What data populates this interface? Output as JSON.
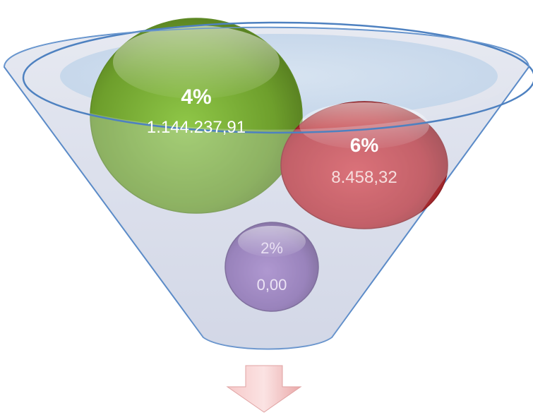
{
  "bubbles": [
    {
      "percent": "4%",
      "value": "1.144.237,91",
      "color": "green"
    },
    {
      "percent": "6%",
      "value": "8.458,32",
      "color": "red"
    },
    {
      "percent": "2%",
      "value": "0,00",
      "color": "purple"
    }
  ],
  "colors": {
    "funnel_outline": "#4f81bd",
    "funnel_fill": "#d4d9e8",
    "green": "#7fb33a",
    "red": "#c0373d",
    "purple": "#8a6ab0",
    "arrow": "#f2b8b8"
  },
  "arrow_icon": "down-arrow-icon"
}
